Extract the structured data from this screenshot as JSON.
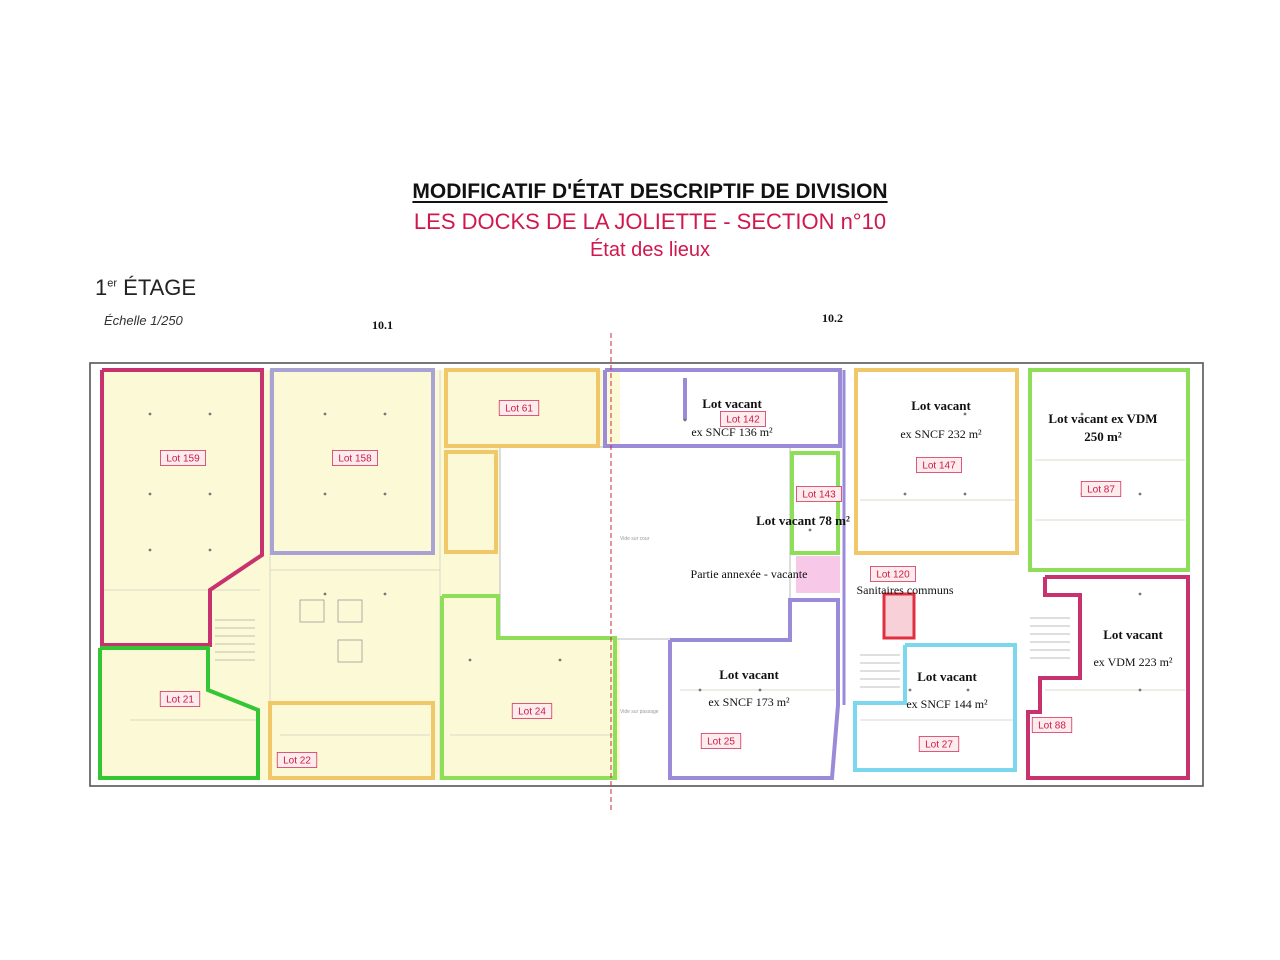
{
  "header": {
    "title": "MODIFICATIF D'ÉTAT DESCRIPTIF DE DIVISION",
    "subtitle": "LES DOCKS DE LA JOLIETTE  - SECTION n°10",
    "subtitle2": "État des lieux"
  },
  "floor": {
    "label": "1",
    "label_sup": "er",
    "label_rest": " ÉTAGE",
    "scale": "Échelle 1/250"
  },
  "sections": {
    "left": "10.1",
    "right": "10.2"
  },
  "colors": {
    "fill_yellow": "#fcfad6",
    "magenta": "#c8326e",
    "green": "#34c634",
    "lightgreen": "#8ede5a",
    "orange": "#f0c86a",
    "purple": "#9b8ad8",
    "cyan": "#7cd6ee",
    "red": "#e03040",
    "pink_fill": "#f8c8e8",
    "divider": "#c8283c"
  },
  "lots": [
    {
      "id": "lot-159",
      "label": "Lot 159"
    },
    {
      "id": "lot-158",
      "label": "Lot 158"
    },
    {
      "id": "lot-61",
      "label": "Lot 61"
    },
    {
      "id": "lot-21",
      "label": "Lot 21"
    },
    {
      "id": "lot-22",
      "label": "Lot 22"
    },
    {
      "id": "lot-24",
      "label": "Lot 24"
    },
    {
      "id": "lot-142",
      "label": "Lot 142"
    },
    {
      "id": "lot-143",
      "label": "Lot 143"
    },
    {
      "id": "lot-147",
      "label": "Lot 147"
    },
    {
      "id": "lot-87",
      "label": "Lot 87"
    },
    {
      "id": "lot-120",
      "label": "Lot 120"
    },
    {
      "id": "lot-25",
      "label": "Lot 25"
    },
    {
      "id": "lot-27",
      "label": "Lot 27"
    },
    {
      "id": "lot-88",
      "label": "Lot 88"
    }
  ],
  "annotations": {
    "lot142_line1": "Lot vacant",
    "lot142_line2": "ex SNCF 136 m²",
    "lot147_line1": "Lot vacant",
    "lot147_line2": "ex SNCF 232 m²",
    "lot87_line1": "Lot vacant ex VDM",
    "lot87_line2": "250 m²",
    "lot143": "Lot vacant 78 m²",
    "annexe": "Partie annexée - vacante",
    "sanitaires": "Sanitaires communs",
    "lot88_line1": "Lot vacant",
    "lot88_line2": "ex VDM 223 m²",
    "lot25_line1": "Lot vacant",
    "lot25_line2": "ex SNCF 173 m²",
    "lot27_line1": "Lot vacant",
    "lot27_line2": "ex SNCF 144 m²"
  },
  "faint_labels": {
    "cour1": "Vide sur cour",
    "cour2": "Vide sur passage"
  }
}
